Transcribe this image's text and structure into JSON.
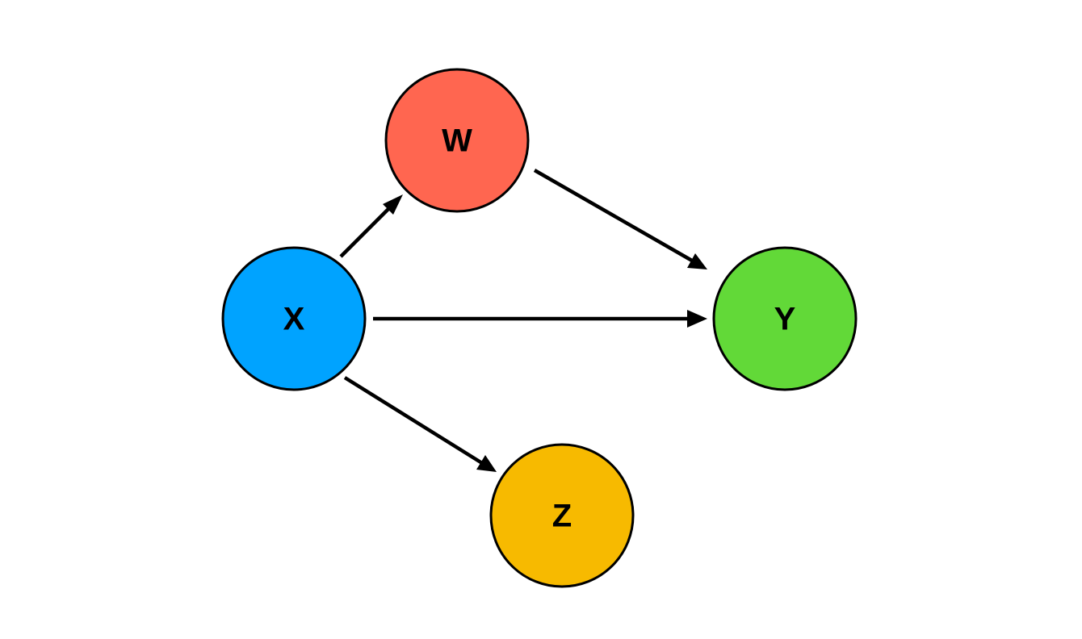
{
  "nodes": {
    "w": {
      "label": "W",
      "color": "#ff6650"
    },
    "x": {
      "label": "X",
      "color": "#00a3ff"
    },
    "y": {
      "label": "Y",
      "color": "#62d938"
    },
    "z": {
      "label": "Z",
      "color": "#f7ba00"
    }
  },
  "edges": [
    {
      "from": "X",
      "to": "W"
    },
    {
      "from": "W",
      "to": "Y"
    },
    {
      "from": "X",
      "to": "Y"
    },
    {
      "from": "X",
      "to": "Z"
    }
  ]
}
